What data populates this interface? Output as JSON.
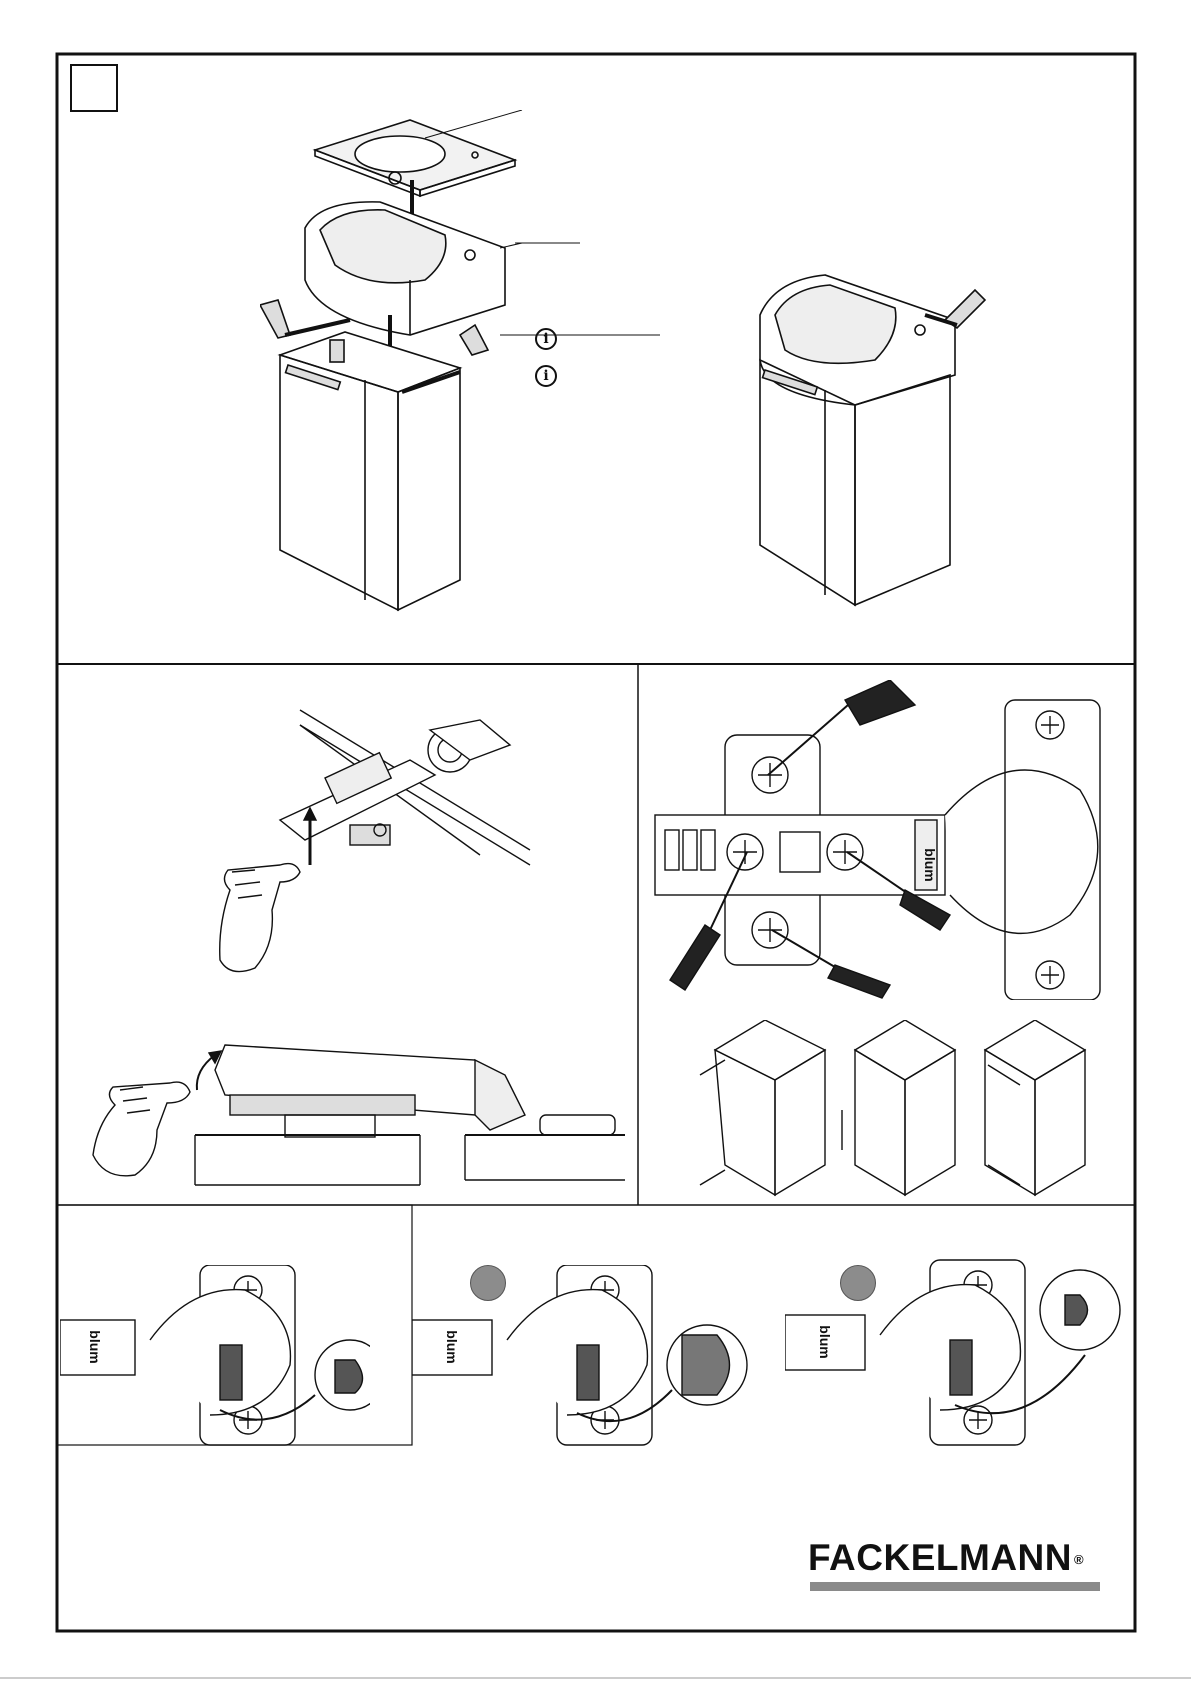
{
  "brand": {
    "name": "FACKELMANN",
    "registered_mark": "®",
    "bar_color": "#8a8a8a"
  },
  "hinge_brand_label": "blum",
  "icons": {
    "info": "info-circle-icon",
    "screwdriver": "screwdriver-icon",
    "hand": "hand-icon"
  },
  "info_glyph": "i",
  "colors": {
    "line": "#111111",
    "marker": "#8c8c8c"
  }
}
